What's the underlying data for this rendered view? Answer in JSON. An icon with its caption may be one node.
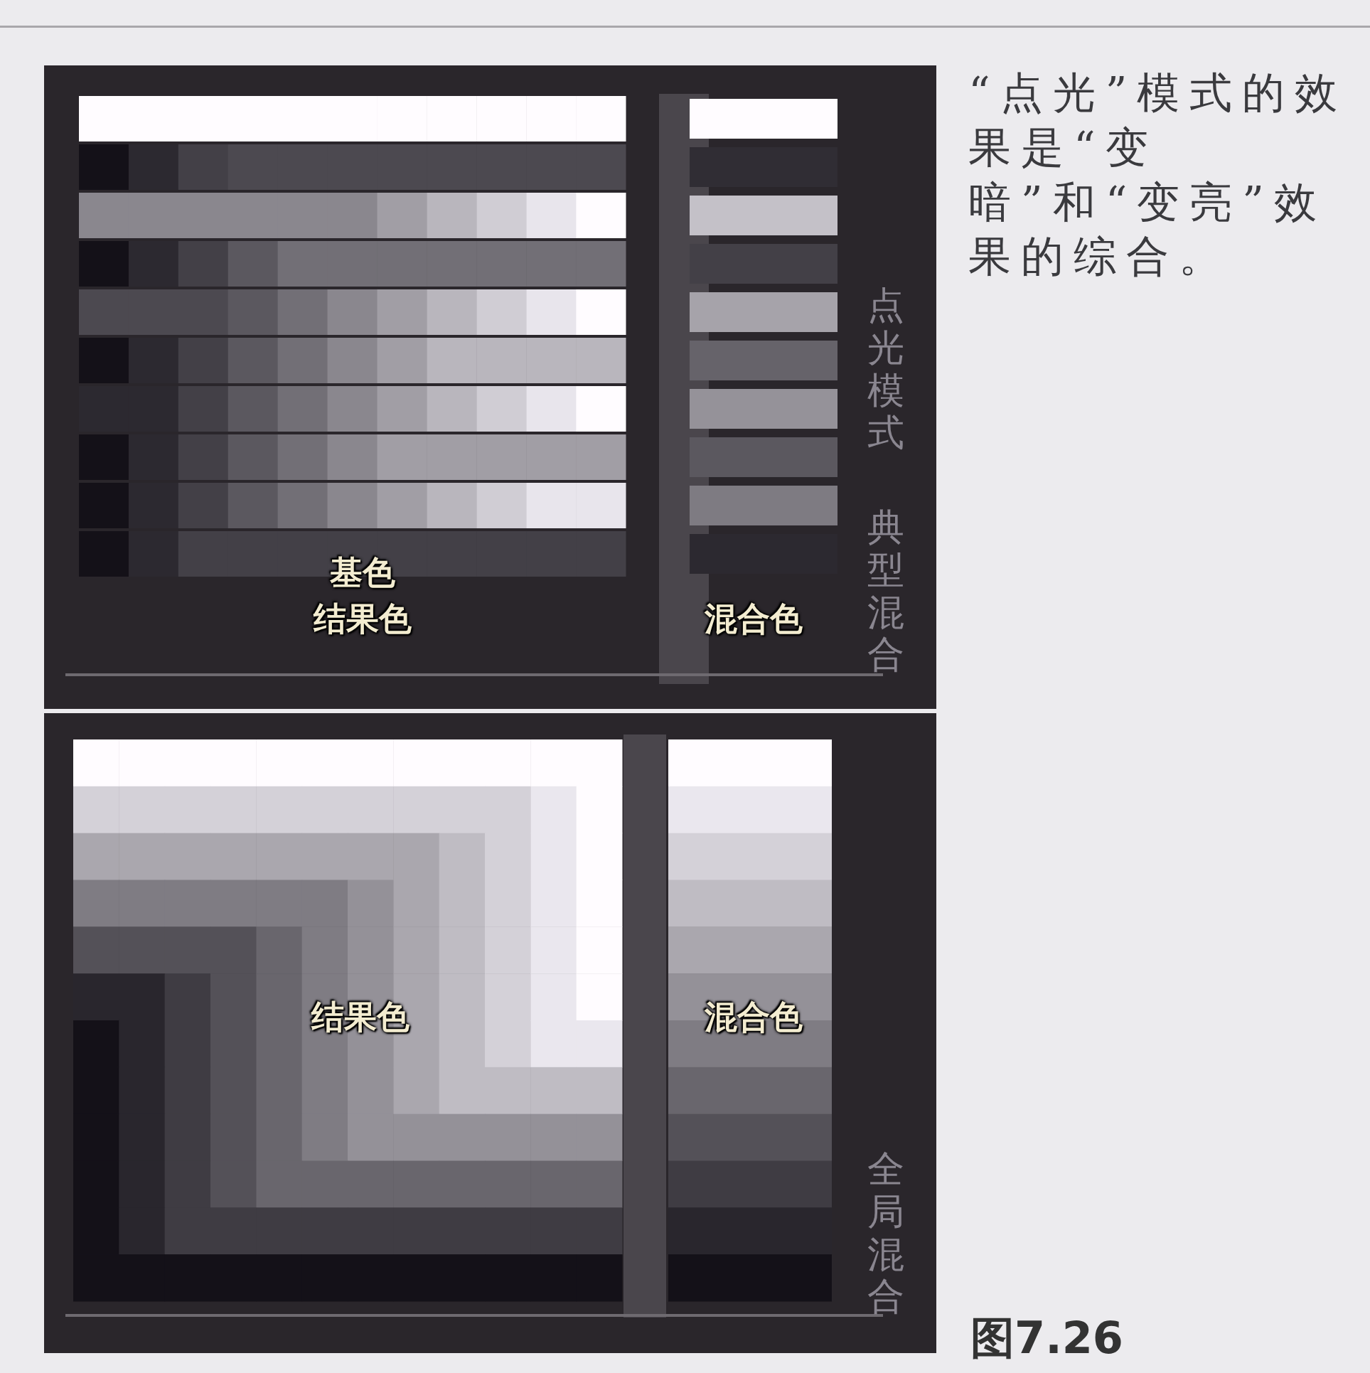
{
  "diagram": {
    "caption": "图7.26",
    "labels": [
      "“点光”模式的效果是“变暗”和“变亮”效果的综合。",
      "基色",
      "结果色",
      "混合色",
      "点光模式",
      "典型混合",
      "结果色",
      "混合色",
      "全局混合"
    ]
  }
}
